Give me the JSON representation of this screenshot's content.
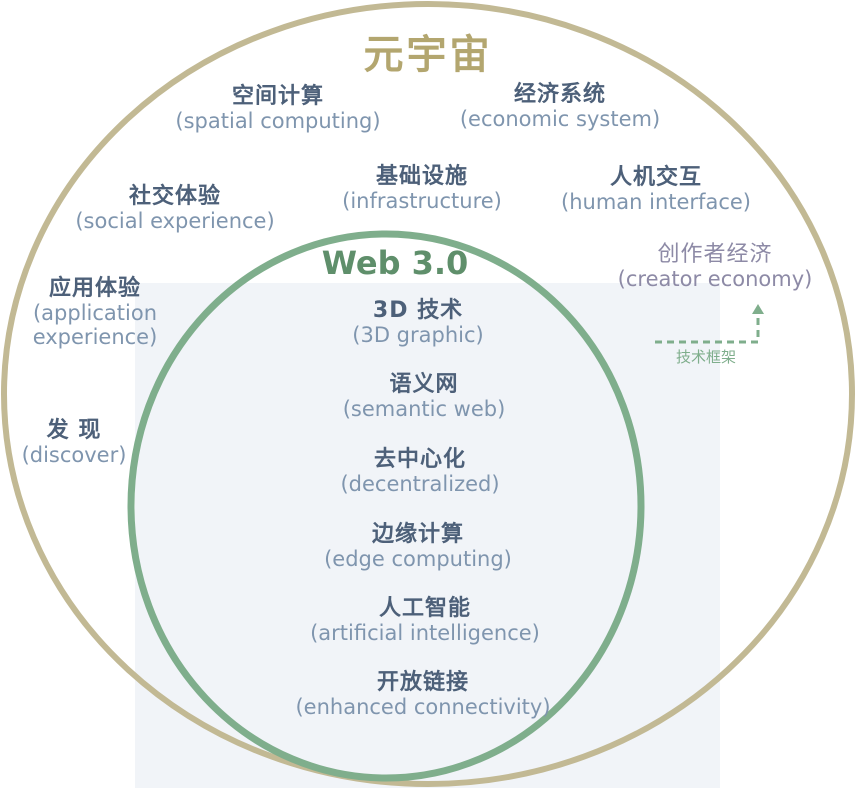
{
  "outer": {
    "title": "元宇宙",
    "color": "#c2b994"
  },
  "inner": {
    "title": "Web 3.0",
    "color": "#7fae8c"
  },
  "outer_items": [
    {
      "zh": "空间计算",
      "en": "(spatial computing)"
    },
    {
      "zh": "经济系统",
      "en": "(economic system)"
    },
    {
      "zh": "社交体验",
      "en": "(social experience)"
    },
    {
      "zh": "基础设施",
      "en": "(infrastructure)"
    },
    {
      "zh": "人机交互",
      "en": "(human interface)"
    },
    {
      "zh": "应用体验",
      "en": "(application experience)"
    },
    {
      "zh": "发 现",
      "en": "(discover)"
    }
  ],
  "creator": {
    "zh": "创作者经济",
    "en": "(creator economy)",
    "arrow_label": "技术框架",
    "color": "#8d8aa6"
  },
  "inner_items": [
    {
      "zh": "3D 技术",
      "en": "(3D graphic)"
    },
    {
      "zh": "语义网",
      "en": "(semantic web)"
    },
    {
      "zh": "去中心化",
      "en": "(decentralized)"
    },
    {
      "zh": "边缘计算",
      "en": "(edge computing)"
    },
    {
      "zh": "人工智能",
      "en": "(artificial intelligence)"
    },
    {
      "zh": "开放链接",
      "en": "(enhanced connectivity)"
    }
  ]
}
